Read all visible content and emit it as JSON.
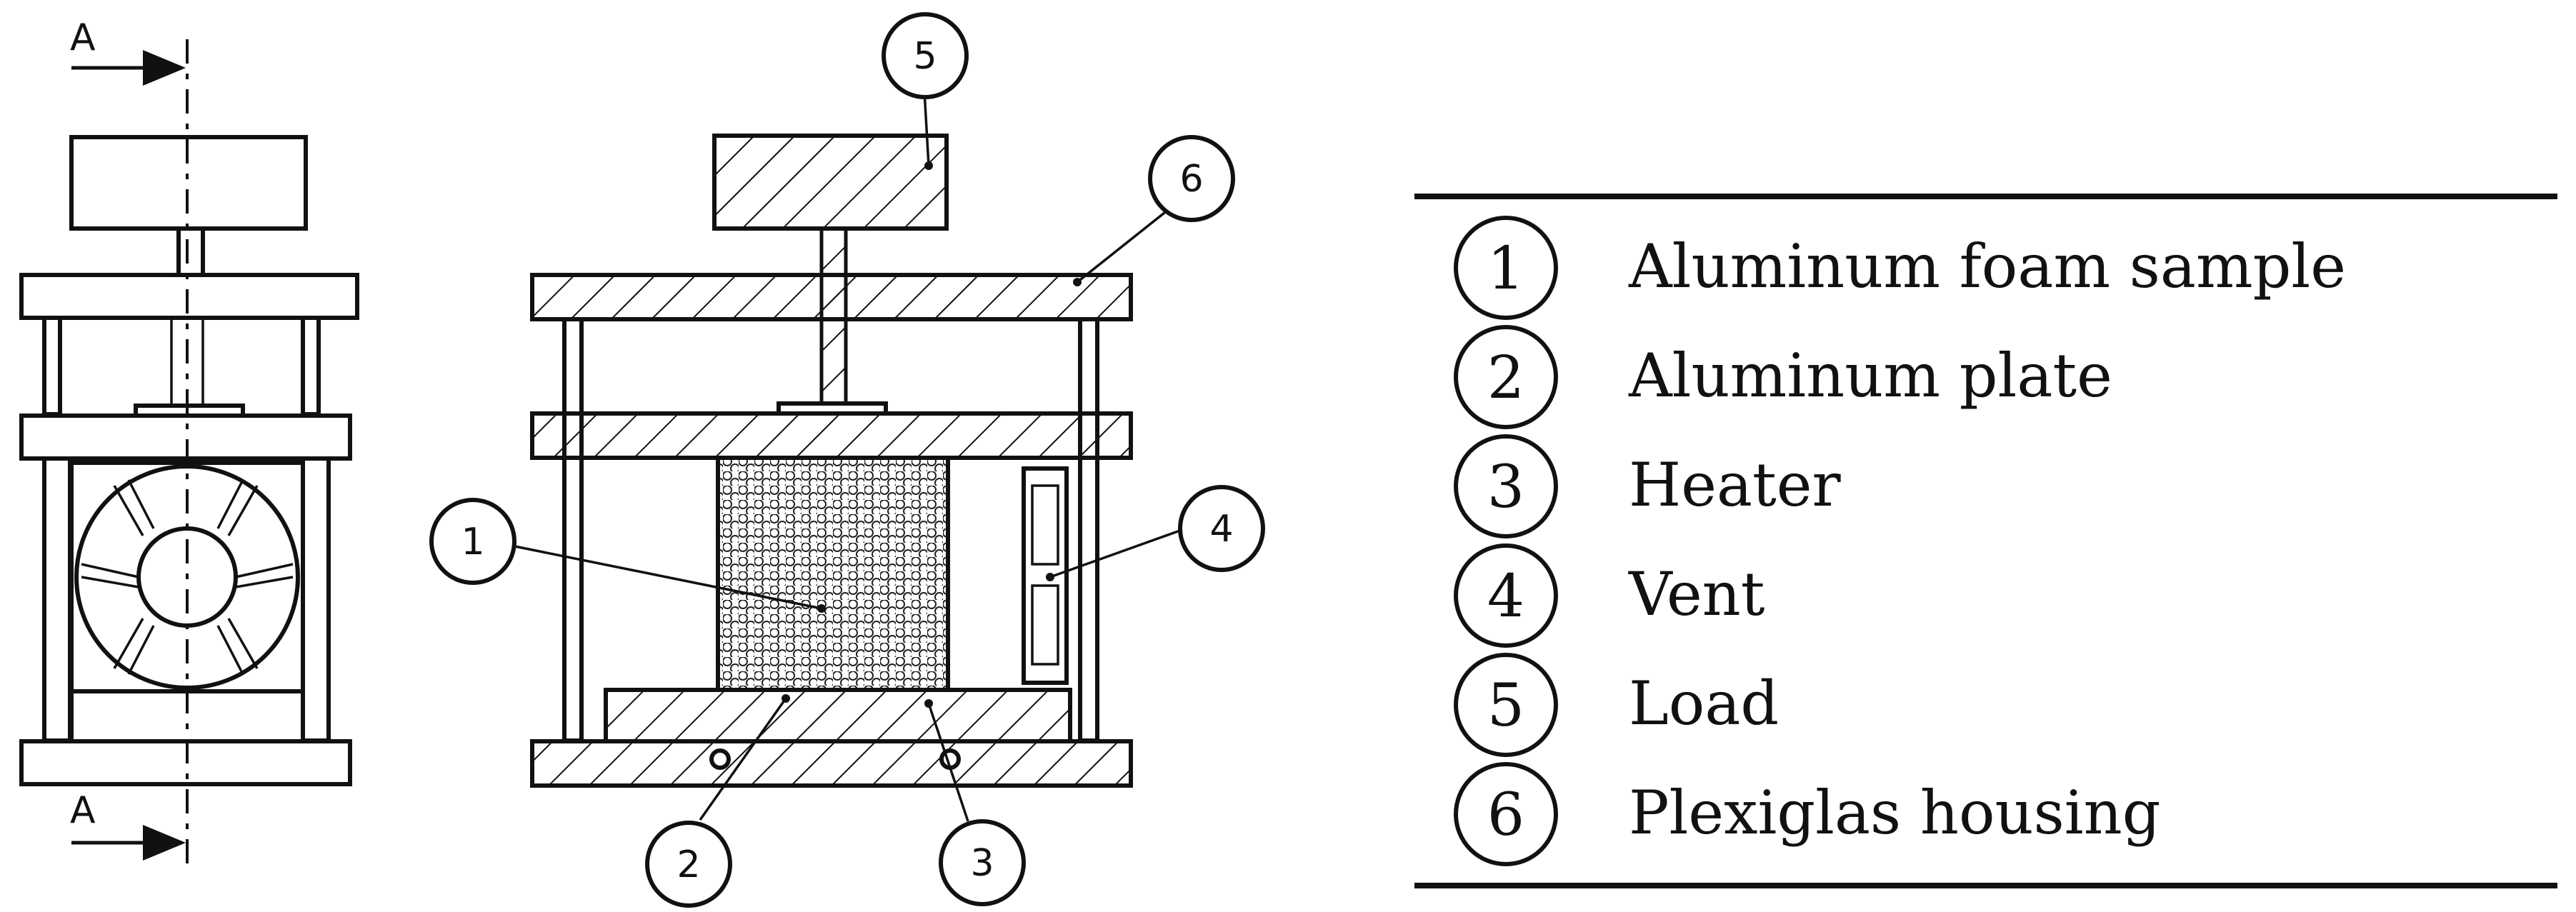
{
  "section_marks": {
    "top": "A",
    "bottom": "A"
  },
  "callouts": {
    "c1": "1",
    "c2": "2",
    "c3": "3",
    "c4": "4",
    "c5": "5",
    "c6": "6"
  },
  "legend": {
    "items": [
      {
        "number": "1",
        "label": "Aluminum foam sample"
      },
      {
        "number": "2",
        "label": "Aluminum plate"
      },
      {
        "number": "3",
        "label": "Heater"
      },
      {
        "number": "4",
        "label": "Vent"
      },
      {
        "number": "5",
        "label": "Load"
      },
      {
        "number": "6",
        "label": "Plexiglas housing"
      }
    ]
  }
}
